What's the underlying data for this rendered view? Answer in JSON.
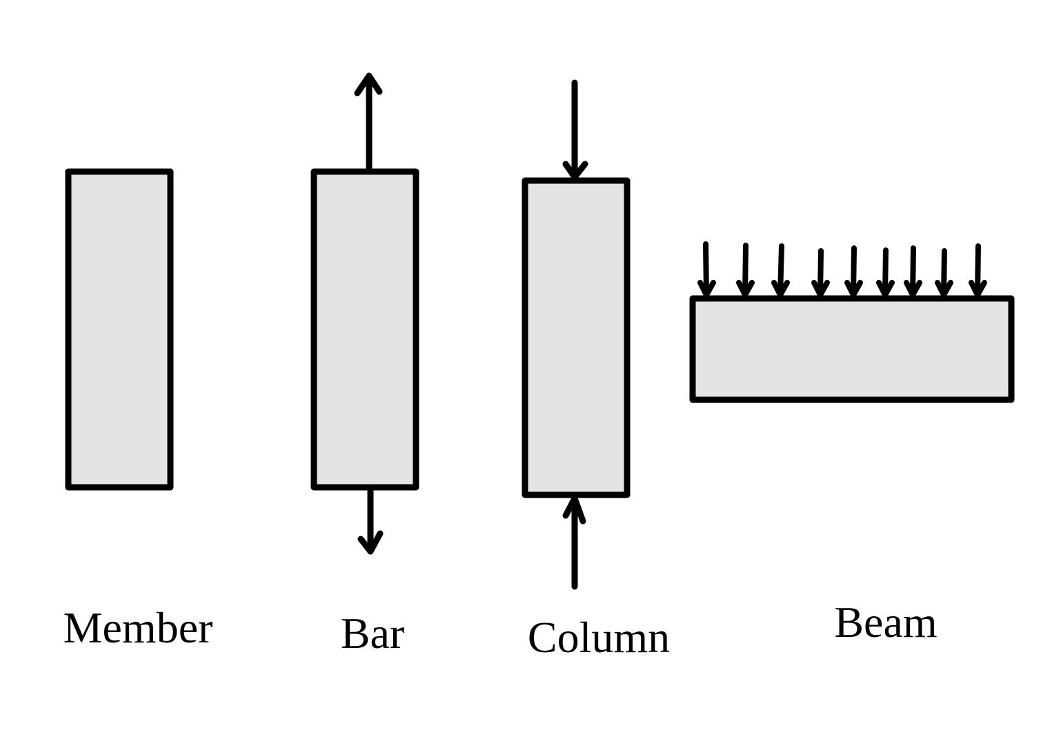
{
  "labels": {
    "member": "Member",
    "bar": "Bar",
    "column": "Column",
    "beam": "Beam"
  },
  "colors": {
    "fill": "#e4e4e4",
    "stroke": "#000000",
    "background": "#ffffff"
  }
}
